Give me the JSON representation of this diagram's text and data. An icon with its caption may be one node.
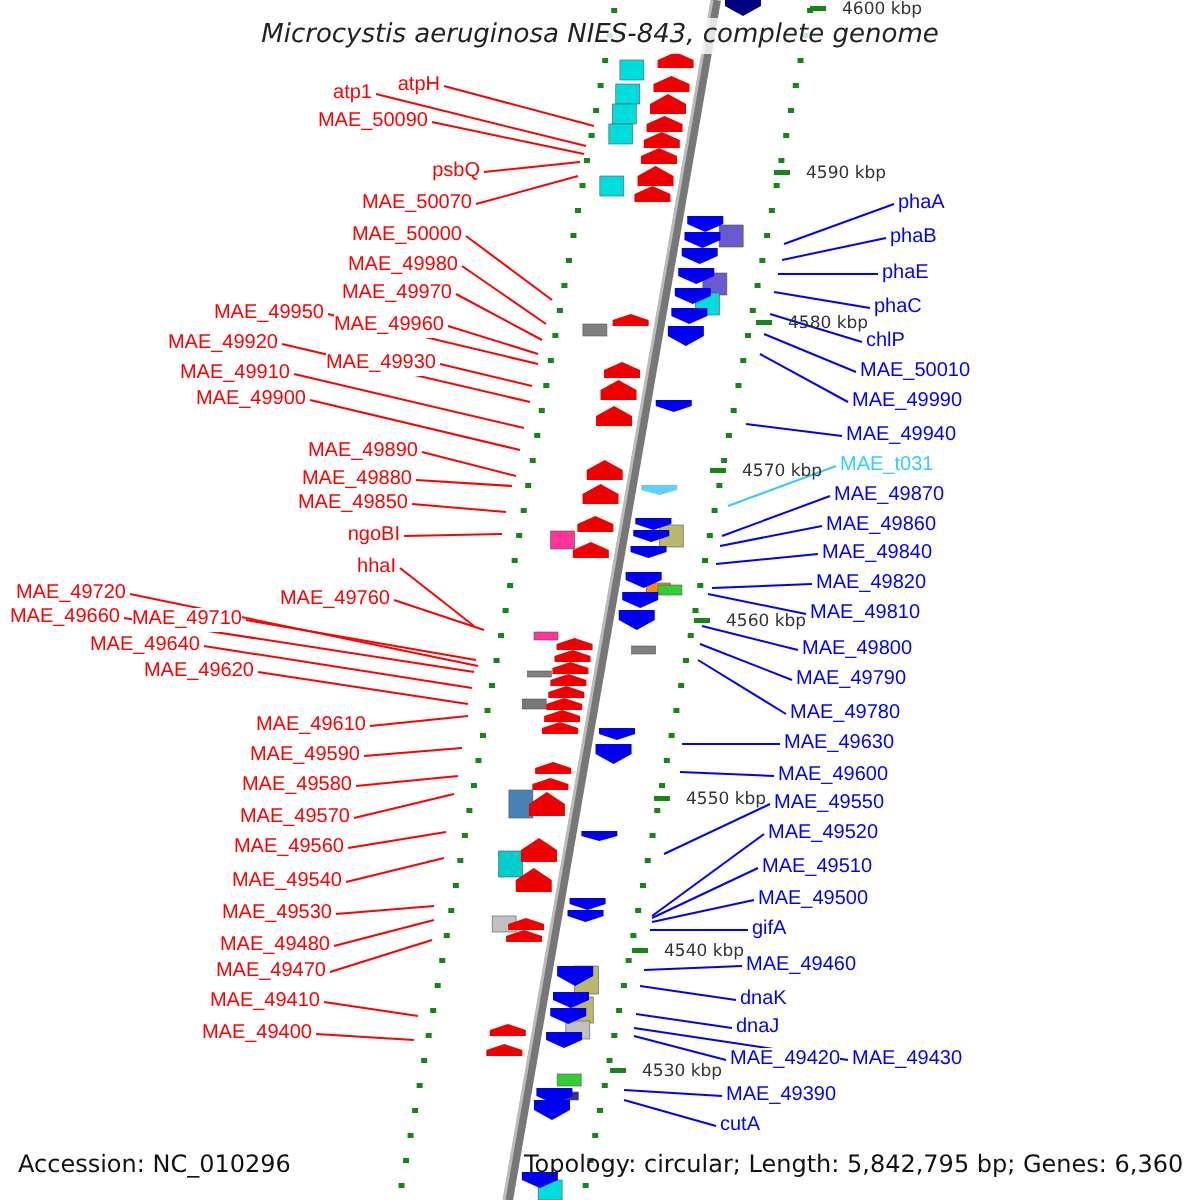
{
  "diagram": {
    "title": "Microcystis aeruginosa NIES-843, complete genome",
    "nodes": [
      {
        "text": [
          "atpH"
        ]
      },
      {
        "text": [
          "atp1"
        ]
      },
      {
        "text": [
          "MAE_50090"
        ]
      },
      {
        "text": [
          "psbQ"
        ]
      },
      {
        "text": [
          "MAE_50070"
        ]
      },
      {
        "text": [
          "MAE_50000"
        ]
      },
      {
        "text": [
          "MAE_49980"
        ]
      },
      {
        "text": [
          "MAE_49970"
        ]
      },
      {
        "text": [
          "MAE_49950"
        ]
      },
      {
        "text": [
          "MAE_49960"
        ]
      },
      {
        "text": [
          "MAE_49920"
        ]
      },
      {
        "text": [
          "MAE_49930"
        ]
      },
      {
        "text": [
          "MAE_49910"
        ]
      },
      {
        "text": [
          "MAE_49900"
        ]
      },
      {
        "text": [
          "MAE_49890"
        ]
      },
      {
        "text": [
          "MAE_49880"
        ]
      },
      {
        "text": [
          "MAE_49850"
        ]
      },
      {
        "text": [
          "ngoBI"
        ]
      },
      {
        "text": [
          "hhaI"
        ]
      },
      {
        "text": [
          "MAE_49720"
        ]
      },
      {
        "text": [
          "MAE_49760"
        ]
      },
      {
        "text": [
          "MAE_49660"
        ]
      },
      {
        "text": [
          "MAE_49710"
        ]
      },
      {
        "text": [
          "MAE_49640"
        ]
      },
      {
        "text": [
          "MAE_49620"
        ]
      },
      {
        "text": [
          "MAE_49610"
        ]
      },
      {
        "text": [
          "MAE_49590"
        ]
      },
      {
        "text": [
          "MAE_49580"
        ]
      },
      {
        "text": [
          "MAE_49570"
        ]
      },
      {
        "text": [
          "MAE_49560"
        ]
      },
      {
        "text": [
          "MAE_49540"
        ]
      },
      {
        "text": [
          "MAE_49530"
        ]
      },
      {
        "text": [
          "MAE_49480"
        ]
      },
      {
        "text": [
          "MAE_49470"
        ]
      },
      {
        "text": [
          "MAE_49410"
        ]
      },
      {
        "text": [
          "MAE_49400"
        ]
      },
      {
        "text": [
          "phaA"
        ]
      },
      {
        "text": [
          "phaB"
        ]
      },
      {
        "text": [
          "phaE"
        ]
      },
      {
        "text": [
          "phaC"
        ]
      },
      {
        "text": [
          "chlP"
        ]
      },
      {
        "text": [
          "MAE_50010"
        ]
      },
      {
        "text": [
          "MAE_49990"
        ]
      },
      {
        "text": [
          "MAE_49940"
        ]
      },
      {
        "text": [
          "MAE_t031"
        ]
      },
      {
        "text": [
          "MAE_49870"
        ]
      },
      {
        "text": [
          "MAE_49860"
        ]
      },
      {
        "text": [
          "MAE_49840"
        ]
      },
      {
        "text": [
          "MAE_49820"
        ]
      },
      {
        "text": [
          "MAE_49810"
        ]
      },
      {
        "text": [
          "MAE_49800"
        ]
      },
      {
        "text": [
          "MAE_49790"
        ]
      },
      {
        "text": [
          "MAE_49780"
        ]
      },
      {
        "text": [
          "MAE_49630"
        ]
      },
      {
        "text": [
          "MAE_49600"
        ]
      },
      {
        "text": [
          "MAE_49550"
        ]
      },
      {
        "text": [
          "MAE_49520"
        ]
      },
      {
        "text": [
          "MAE_49510"
        ]
      },
      {
        "text": [
          "MAE_49500"
        ]
      },
      {
        "text": [
          "gifA"
        ]
      },
      {
        "text": [
          "MAE_49460"
        ]
      },
      {
        "text": [
          "dnaK"
        ]
      },
      {
        "text": [
          "dnaJ"
        ]
      },
      {
        "text": [
          "MAE_49420"
        ]
      },
      {
        "text": [
          "MAE_49430"
        ]
      },
      {
        "text": [
          "MAE_49390"
        ]
      },
      {
        "text": [
          "cutA"
        ]
      }
    ],
    "edges": [
      {
        "from": 0,
        "to": null,
        "arrow": "none"
      },
      {
        "from": 1,
        "to": null,
        "arrow": "none"
      },
      {
        "from": 2,
        "to": null,
        "arrow": "none"
      },
      {
        "from": 3,
        "to": null,
        "arrow": "none"
      },
      {
        "from": 4,
        "to": null,
        "arrow": "none"
      },
      {
        "from": 5,
        "to": null,
        "arrow": "none"
      },
      {
        "from": 6,
        "to": null,
        "arrow": "none"
      },
      {
        "from": 7,
        "to": null,
        "arrow": "none"
      },
      {
        "from": 8,
        "to": null,
        "arrow": "none"
      },
      {
        "from": 9,
        "to": null,
        "arrow": "none"
      },
      {
        "from": 10,
        "to": null,
        "arrow": "none"
      },
      {
        "from": 11,
        "to": null,
        "arrow": "none"
      },
      {
        "from": 12,
        "to": null,
        "arrow": "none"
      },
      {
        "from": 13,
        "to": null,
        "arrow": "none"
      },
      {
        "from": 14,
        "to": null,
        "arrow": "none"
      },
      {
        "from": 15,
        "to": null,
        "arrow": "none"
      },
      {
        "from": 16,
        "to": null,
        "arrow": "none"
      },
      {
        "from": 17,
        "to": null,
        "arrow": "none"
      },
      {
        "from": 18,
        "to": null,
        "arrow": "none"
      },
      {
        "from": 19,
        "to": null,
        "arrow": "none"
      },
      {
        "from": 20,
        "to": null,
        "arrow": "none"
      },
      {
        "from": 21,
        "to": null,
        "arrow": "none"
      },
      {
        "from": 22,
        "to": null,
        "arrow": "none"
      },
      {
        "from": 23,
        "to": null,
        "arrow": "none"
      },
      {
        "from": 24,
        "to": null,
        "arrow": "none"
      },
      {
        "from": 25,
        "to": null,
        "arrow": "none"
      },
      {
        "from": 26,
        "to": null,
        "arrow": "none"
      },
      {
        "from": 27,
        "to": null,
        "arrow": "none"
      },
      {
        "from": 28,
        "to": null,
        "arrow": "none"
      },
      {
        "from": 29,
        "to": null,
        "arrow": "none"
      },
      {
        "from": 30,
        "to": null,
        "arrow": "none"
      },
      {
        "from": 31,
        "to": null,
        "arrow": "none"
      },
      {
        "from": 32,
        "to": null,
        "arrow": "none"
      },
      {
        "from": 33,
        "to": null,
        "arrow": "none"
      },
      {
        "from": 34,
        "to": null,
        "arrow": "none"
      },
      {
        "from": 35,
        "to": null,
        "arrow": "none"
      },
      {
        "from": 36,
        "to": null,
        "arrow": "none",
        "color": "#0000ff"
      },
      {
        "from": 37,
        "to": null,
        "arrow": "none",
        "color": "#0000ff"
      },
      {
        "from": 38,
        "to": null,
        "arrow": "none",
        "color": "#0000ff"
      },
      {
        "from": 39,
        "to": null,
        "arrow": "none",
        "color": "#0000ff"
      },
      {
        "from": 40,
        "to": null,
        "arrow": "none",
        "color": "#0000ff"
      },
      {
        "from": 41,
        "to": null,
        "arrow": "none",
        "color": "#0000ff"
      },
      {
        "from": 42,
        "to": null,
        "arrow": "none",
        "color": "#0000ff"
      },
      {
        "from": 43,
        "to": null,
        "arrow": "none",
        "color": "#0000ff"
      },
      {
        "from": 44,
        "to": null,
        "arrow": "none",
        "color": "#33ccff"
      },
      {
        "from": 45,
        "to": null,
        "arrow": "none",
        "color": "#0000ff"
      },
      {
        "from": 46,
        "to": null,
        "arrow": "none",
        "color": "#0000ff"
      },
      {
        "from": 47,
        "to": null,
        "arrow": "none",
        "color": "#0000ff"
      },
      {
        "from": 48,
        "to": null,
        "arrow": "none",
        "color": "#0000ff"
      },
      {
        "from": 49,
        "to": null,
        "arrow": "none",
        "color": "#0000ff"
      },
      {
        "from": 50,
        "to": null,
        "arrow": "none",
        "color": "#0000ff"
      },
      {
        "from": 51,
        "to": null,
        "arrow": "none",
        "color": "#0000ff"
      },
      {
        "from": 52,
        "to": null,
        "arrow": "none",
        "color": "#0000ff"
      },
      {
        "from": 53,
        "to": null,
        "arrow": "none",
        "color": "#0000ff"
      },
      {
        "from": 54,
        "to": null,
        "arrow": "none",
        "color": "#0000ff"
      },
      {
        "from": 55,
        "to": null,
        "arrow": "none",
        "color": "#0000ff"
      },
      {
        "from": 56,
        "to": null,
        "arrow": "none",
        "color": "#0000ff"
      },
      {
        "from": 57,
        "to": null,
        "arrow": "none",
        "color": "#0000ff"
      },
      {
        "from": 58,
        "to": null,
        "arrow": "none",
        "color": "#0000ff"
      },
      {
        "from": 59,
        "to": null,
        "arrow": "none",
        "color": "#0000ff"
      },
      {
        "from": 60,
        "to": null,
        "arrow": "none",
        "color": "#0000ff"
      },
      {
        "from": 61,
        "to": null,
        "arrow": "none",
        "color": "#0000ff"
      },
      {
        "from": 62,
        "to": null,
        "arrow": "none",
        "color": "#0000ff"
      },
      {
        "from": 63,
        "to": null,
        "arrow": "none",
        "color": "#0000ff"
      },
      {
        "from": 64,
        "to": null,
        "arrow": "none",
        "color": "#0000ff"
      },
      {
        "from": 65,
        "to": null,
        "arrow": "none",
        "color": "#0000ff"
      },
      {
        "from": 66,
        "to": null,
        "arrow": "none",
        "color": "#0000ff"
      }
    ],
    "labels": [
      "4600 kbp",
      "4590 kbp",
      "4580 kbp",
      "4570 kbp",
      "4560 kbp",
      "4550 kbp",
      "4540 kbp",
      "4530 kbp",
      "Accession: NC_010296",
      "Topology: circular; Length: 5,842,795 bp; Genes: 6,360"
    ]
  }
}
